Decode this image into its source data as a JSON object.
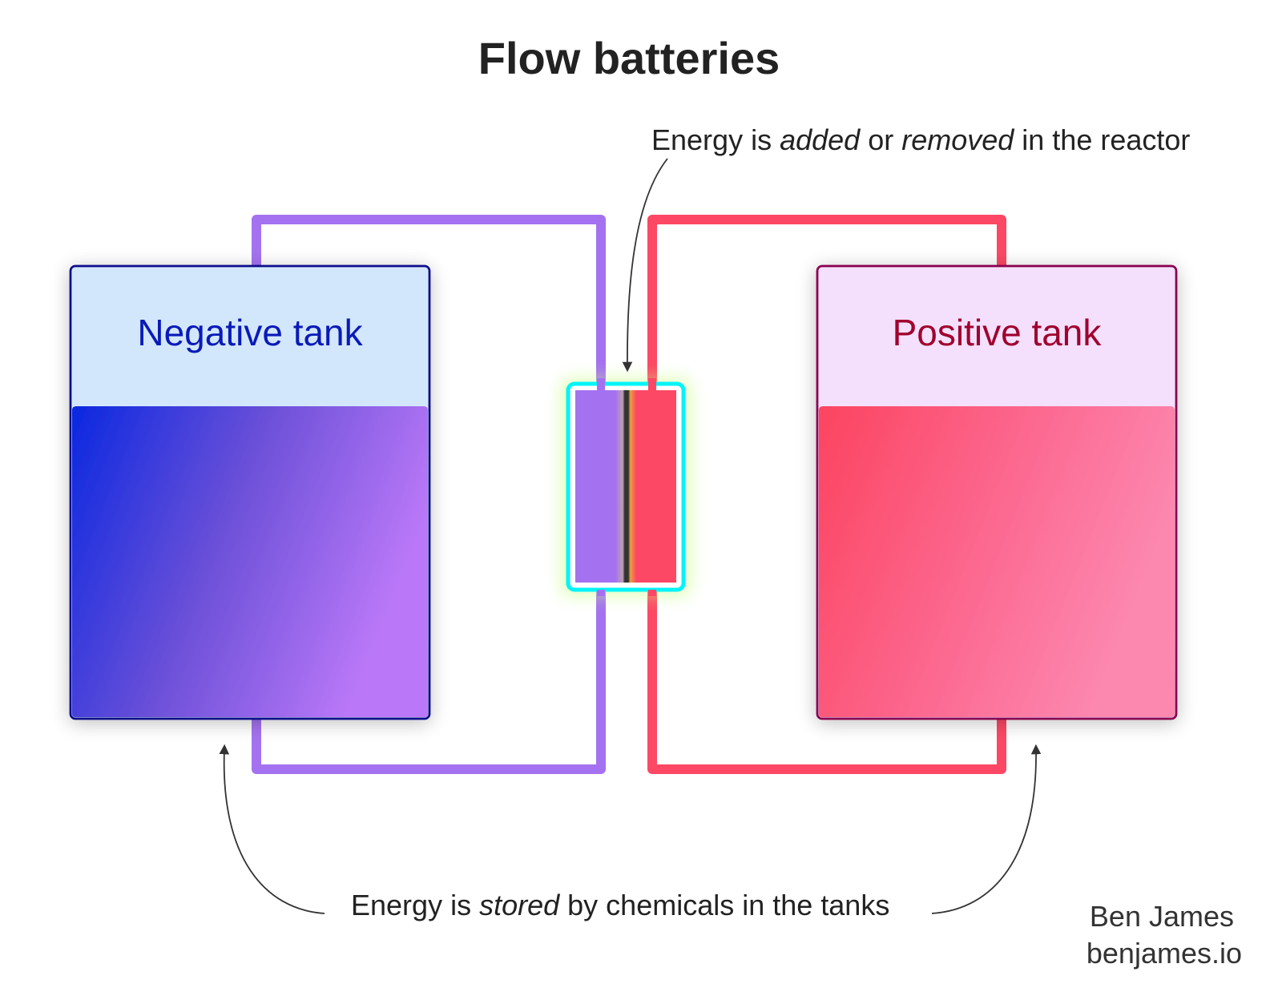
{
  "title": "Flow batteries",
  "annotations": {
    "reactor": {
      "prefix": "Energy is ",
      "em1": "added",
      "mid": " or ",
      "em2": "removed",
      "suffix": " in the reactor"
    },
    "tanks": {
      "prefix": "Energy is ",
      "em": "stored",
      "suffix": " by chemicals in the tanks"
    }
  },
  "tanks": {
    "negative": {
      "label": "Negative tank",
      "label_color": "#0a1ab8",
      "border_color": "#0a0a8a",
      "header_bg": "#d3e7fc",
      "fill_gradient": [
        "#0a28e0",
        "#6b50d8",
        "#ba78f8"
      ]
    },
    "positive": {
      "label": "Positive tank",
      "label_color": "#a0002e",
      "border_color": "#8a0050",
      "header_bg": "#f4e0fc",
      "fill_gradient": [
        "#fc4460",
        "#fc6890",
        "#fc88b0"
      ]
    }
  },
  "colors": {
    "negative_pipe": "#a472f0",
    "positive_pipe": "#fc4864",
    "reactor_outline": "#00f4f8",
    "reactor_glow": "#c8ff80",
    "membrane": "#333333"
  },
  "credit": {
    "name": "Ben James",
    "site": "benjames.io"
  }
}
